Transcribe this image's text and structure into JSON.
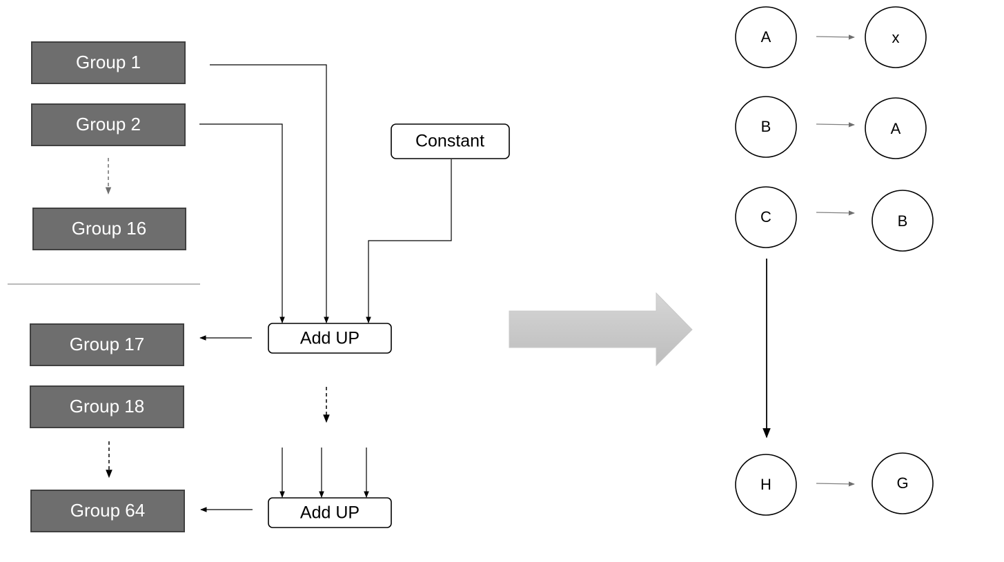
{
  "groups": {
    "g1": "Group 1",
    "g2": "Group 2",
    "g16": "Group 16",
    "g17": "Group 17",
    "g18": "Group 18",
    "g64": "Group 64"
  },
  "boxes": {
    "constant": "Constant",
    "add_up_1": "Add UP",
    "add_up_2": "Add UP"
  },
  "nodes": {
    "left": [
      "A",
      "B",
      "C",
      "H"
    ],
    "right": [
      "x",
      "A",
      "B",
      "G"
    ]
  },
  "colors": {
    "group_fill": "#6e6e6e",
    "group_border": "#404040",
    "big_arrow_fill": "#c4c4c4",
    "line": "#000000",
    "gray_arrow": "#7f7f7f"
  }
}
